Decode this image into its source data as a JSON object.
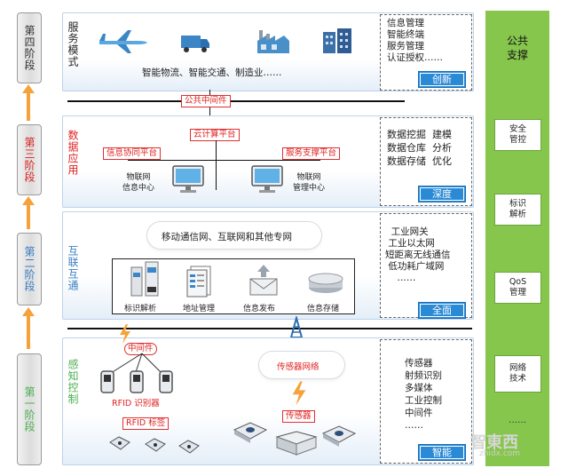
{
  "stages": {
    "s4": "第四阶段",
    "s3": "第三阶段",
    "s2": "第二阶段",
    "s1": "第一阶段"
  },
  "layers": {
    "service": {
      "label": "服务模式",
      "summary": "智能物流、智能交通、制造业……",
      "side": "信息管理\n智能终端\n服务管理\n认证授权……",
      "tag": "创新"
    },
    "middleware_bar": "公共中间件",
    "data": {
      "label": "数据应用",
      "cloud": "云计算平台",
      "collab": "信息协同平台",
      "support": "服务支撑平台",
      "center1": "物联网\n信息中心",
      "center2": "物联网\n管理中心",
      "side": "数据挖掘  建模\n数据仓库  分析\n数据存储  优化",
      "tag": "深度"
    },
    "network": {
      "label": "互联互通",
      "cloud": "移动通信网、互联网和其他专网",
      "items": [
        "标识解析",
        "地址管理",
        "信息发布",
        "信息存储"
      ],
      "side": "  工业网关\n 工业以太网\n短距离无线通信\n 低功耗广域网\n    ……",
      "tag": "全面"
    },
    "sensing": {
      "label": "感知控制",
      "middleware": "中间件",
      "rfid_reader": "RFID 识别器",
      "rfid_tag": "RFID 标签",
      "sensor_net": "传感器网络",
      "sensor": "传感器",
      "side": "传感器\n射频识别\n多媒体\n工业控制\n中间件\n……",
      "tag": "智能"
    }
  },
  "public_support": {
    "title": "公共\n支撑",
    "items": [
      "安全\n管控",
      "标识\n解析",
      "QoS\n管理",
      "网络\n技术"
    ],
    "more": "……"
  },
  "watermark": {
    "brand": "智東西",
    "url": "zhidx.com"
  },
  "colors": {
    "arrow": "#f5a23a",
    "tag": "#2b8ad6",
    "support": "#86c64c",
    "red_label": "#e02020",
    "green_label": "#4caf50",
    "blue_label": "#3a7fc4"
  }
}
